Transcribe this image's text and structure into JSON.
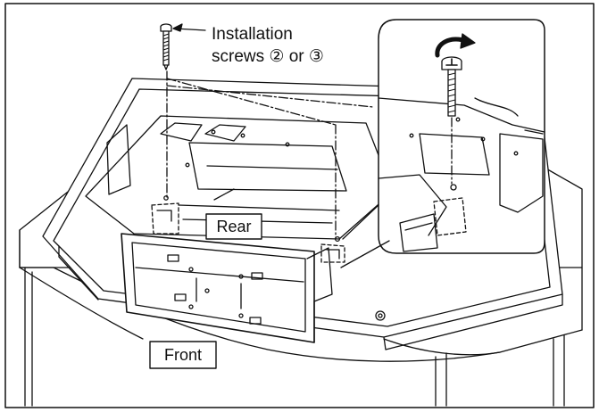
{
  "figure": {
    "callout_line1": "Installation",
    "callout_line2": "screws ② or ③",
    "label_rear": "Rear",
    "label_front": "Front"
  },
  "icons": {
    "rotate_arrow": "rotate-clockwise-arrow-icon",
    "screw": "screw-icon"
  },
  "colors": {
    "line": "#111111",
    "fill": "#ffffff",
    "shade": "#f2f2f2"
  }
}
